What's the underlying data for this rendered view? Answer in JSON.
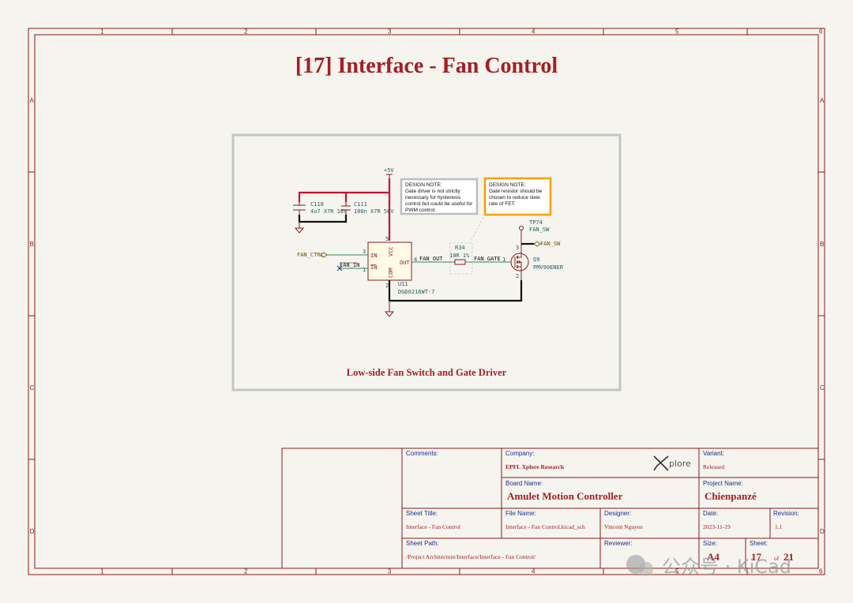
{
  "sheet": {
    "title": "[17] Interface - Fan Control",
    "group_title": "Low-side Fan Switch and Gate Driver",
    "col_markers": [
      "1",
      "2",
      "3",
      "4",
      "5",
      "6"
    ],
    "row_markers": [
      "A",
      "B",
      "C",
      "D"
    ]
  },
  "schematic": {
    "power_label": "+5V",
    "c110": {
      "ref": "C110",
      "value": "4u7 X7R 16V"
    },
    "c111": {
      "ref": "C111",
      "value": "100n X7R 50V"
    },
    "u11": {
      "ref": "U11",
      "value": "DGD0216WT-7",
      "pin_in": "IN",
      "pin_in_bar": "IN",
      "pin_vcc": "VCC",
      "pin_com": "COM",
      "pin_out": "OUT",
      "pin3": "3",
      "pin1": "1",
      "pin5": "5",
      "pin2": "2",
      "pin4": "4"
    },
    "r34": {
      "ref": "R34",
      "value": "10R 1%"
    },
    "q9": {
      "ref": "Q9",
      "value": "PMV90ENER",
      "pin1": "1",
      "pin2": "2",
      "pin3": "3"
    },
    "tp74": {
      "ref": "TP74",
      "value": "FAN_SW"
    },
    "nets": {
      "fan_ctrl": "FAN_CTRL",
      "fan_in": "FAN_IN",
      "fan_out": "FAN_OUT",
      "fan_gate": "FAN_GATE",
      "fan_sw": "FAN_SW"
    },
    "note1": {
      "heading": "DESIGN NOTE:",
      "lines": [
        "Gate driver is not strictly",
        "necessary for hysteresis",
        "control but could be useful for",
        "PWM control."
      ]
    },
    "note2": {
      "heading": "DESIGN NOTE:",
      "lines": [
        "Gate resistor should be",
        "chosen to reduce slew",
        "rate of FET."
      ]
    },
    "colors": {
      "note1_border": "#bdbdbd",
      "note2_border": "#f5a000",
      "power_wire": "#c8102e"
    }
  },
  "title_block": {
    "comments_label": "Comments:",
    "company_label": "Company:",
    "company": "EPFL Xplore Research",
    "logo_text": "plore",
    "variant_label": "Variant:",
    "variant": "Released",
    "board_label": "Board Name:",
    "board": "Amulet Motion Controller",
    "project_label": "Project Name:",
    "project": "Chienpanzé",
    "sheet_title_label": "Sheet Title:",
    "sheet_title": "Interface - Fan Control",
    "file_label": "File Name:",
    "file": "Interface - Fan Control.kicad_sch",
    "designer_label": "Designer:",
    "designer": "Vincent Nguyen",
    "date_label": "Date:",
    "date": "2023-11-19",
    "revision_label": "Revision:",
    "revision": "1.1",
    "path_label": "Sheet Path:",
    "path": "/Project Architecture/Interface/Interface - Fan Control/",
    "reviewer_label": "Reviewer:",
    "size_label": "Size:",
    "size": "A4",
    "sheet_label": "Sheet:",
    "sheet_num": "17",
    "of": "of",
    "sheet_total": "21"
  },
  "watermark": {
    "text": "公众号 · KiCad"
  }
}
